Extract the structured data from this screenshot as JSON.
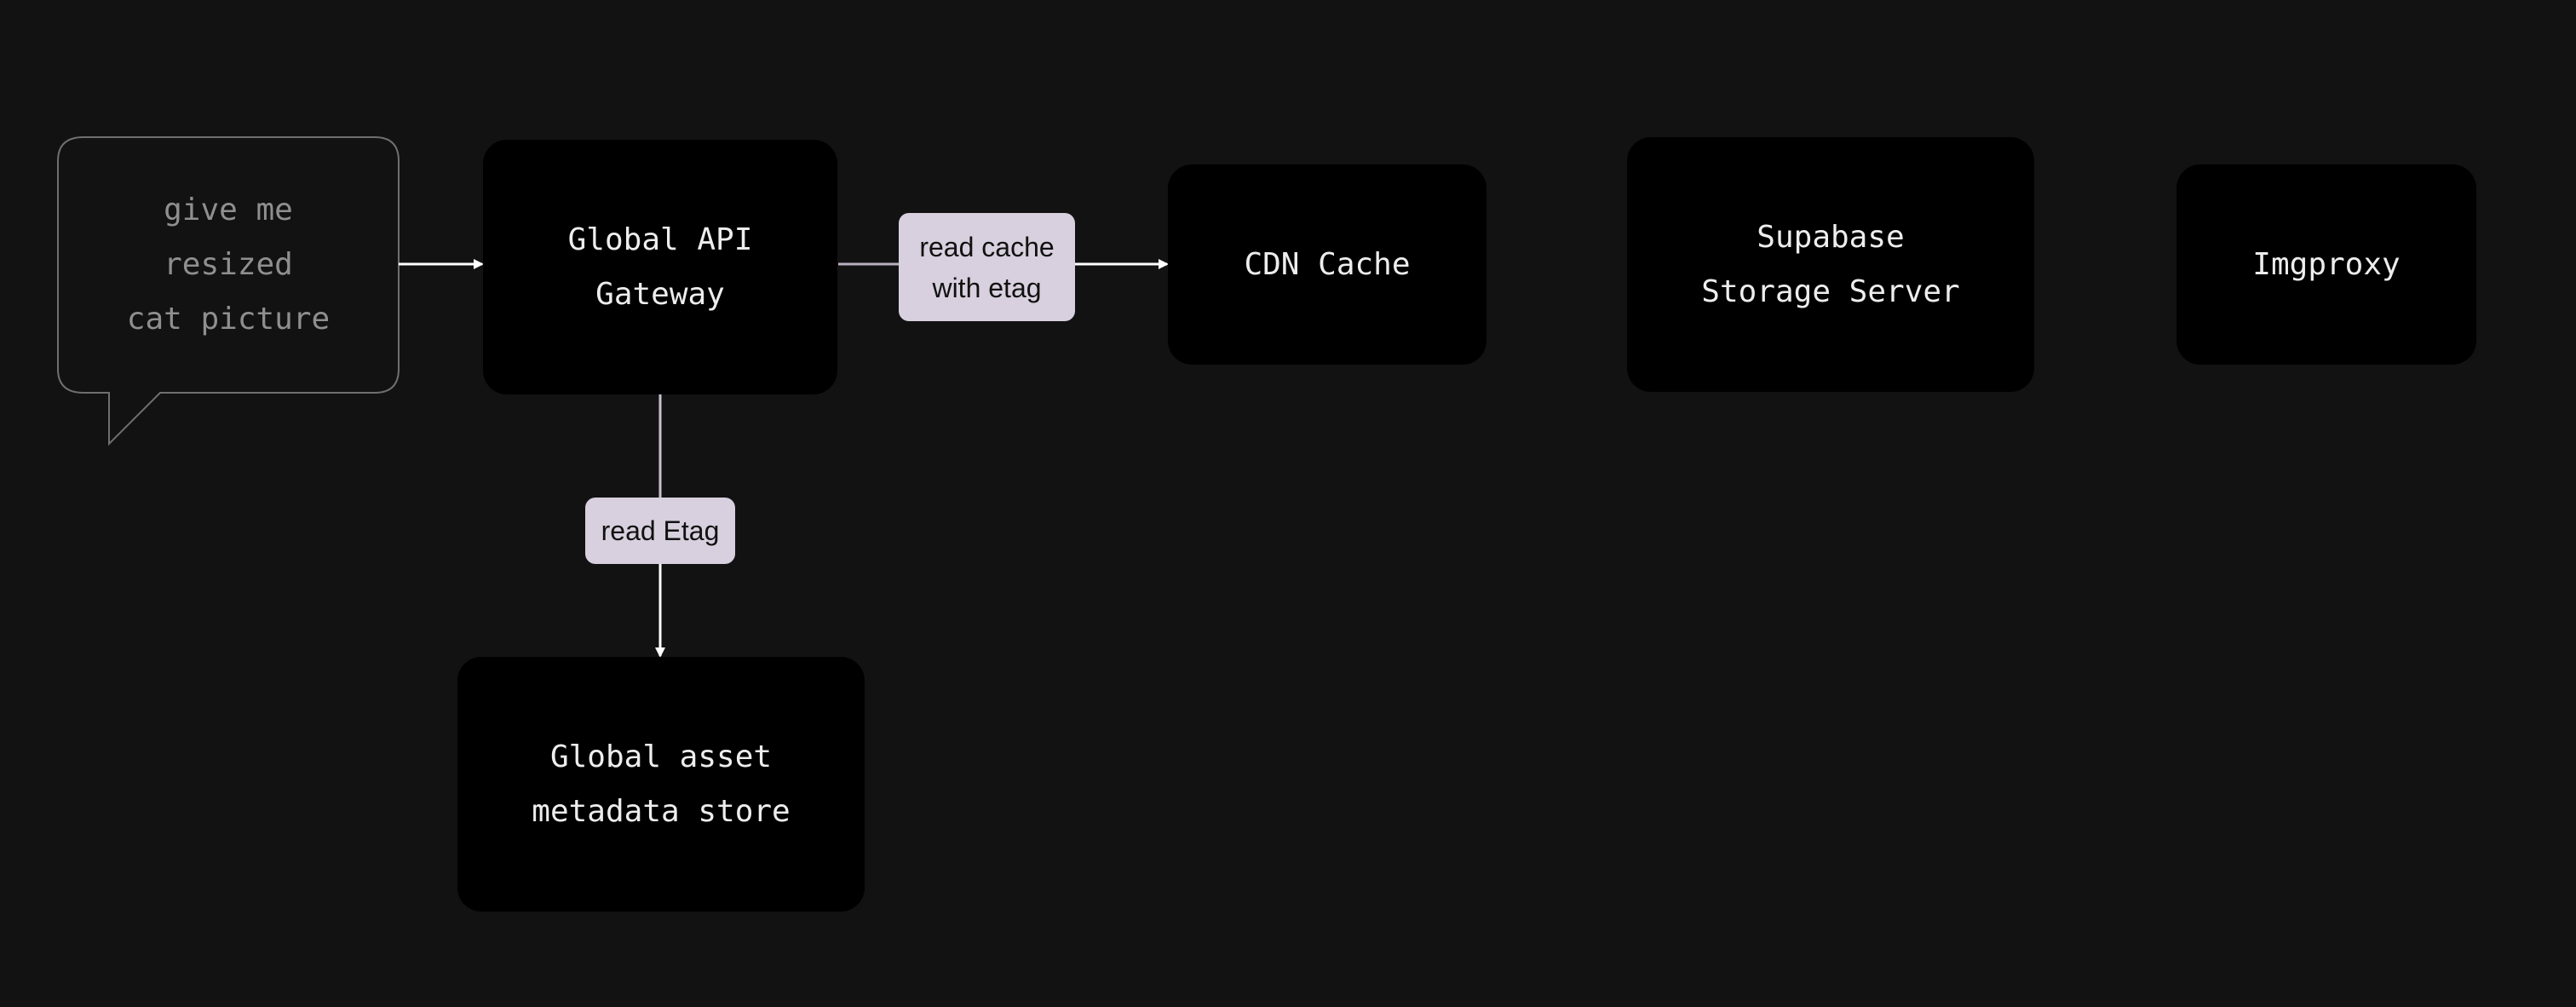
{
  "diagram": {
    "bubble": {
      "text": "give me\nresized\ncat picture"
    },
    "nodes": {
      "gateway": "Global API\nGateway",
      "cdn": "CDN Cache",
      "storage": "Supabase\nStorage Server",
      "imgproxy": "Imgproxy",
      "metadata": "Global asset\nmetadata store"
    },
    "edges": {
      "gateway_to_cdn": "read cache\nwith etag",
      "gateway_to_metadata": "read Etag"
    },
    "colors": {
      "background": "#121212",
      "node_fill": "#000000",
      "node_text": "#ededed",
      "bubble_outline": "#6f6f6f",
      "bubble_text": "#8f8f8f",
      "label_fill": "#d8d0de",
      "connector": "#e6e2ea"
    }
  }
}
